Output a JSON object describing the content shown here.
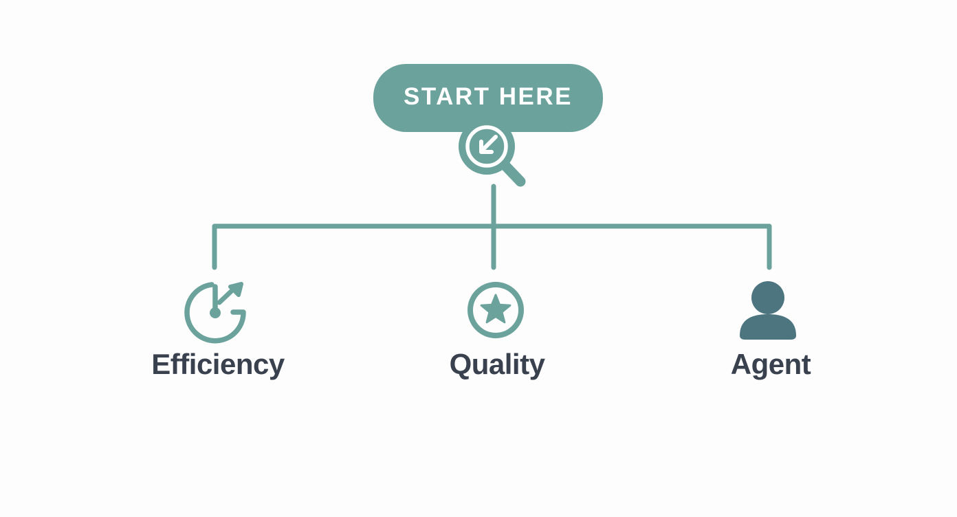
{
  "diagram": {
    "start": {
      "label": "START HERE",
      "icon": "magnifier-southwest-arrow-icon"
    },
    "nodes": [
      {
        "label": "Efficiency",
        "icon": "stopwatch-up-arrow-icon"
      },
      {
        "label": "Quality",
        "icon": "star-in-circle-icon"
      },
      {
        "label": "Agent",
        "icon": "person-icon"
      }
    ],
    "colors": {
      "teal_accent": "#6BA29C",
      "agent_icon_fill": "#4D7580",
      "label_text": "#39414F",
      "start_label_text": "#FFFFFF",
      "background": "#FDFDFD"
    }
  }
}
